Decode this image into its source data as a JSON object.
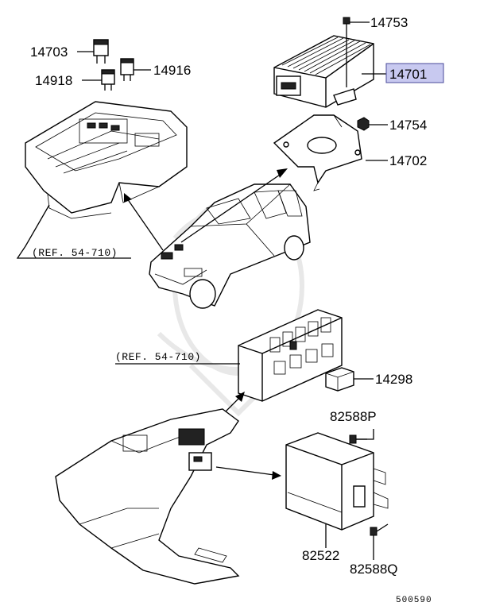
{
  "callouts": {
    "p14753": "14753",
    "p14703": "14703",
    "p14918": "14918",
    "p14916": "14916",
    "p14701": "14701",
    "p14754": "14754",
    "p14702": "14702",
    "p14298": "14298",
    "p82588P": "82588P",
    "p82522": "82522",
    "p82588Q": "82588Q"
  },
  "references": {
    "ref_upper": "(REF. 54-710)",
    "ref_lower": "(REF. 54-710)"
  },
  "diagram_code": "500590",
  "highlight_color": "#c8c9f0"
}
